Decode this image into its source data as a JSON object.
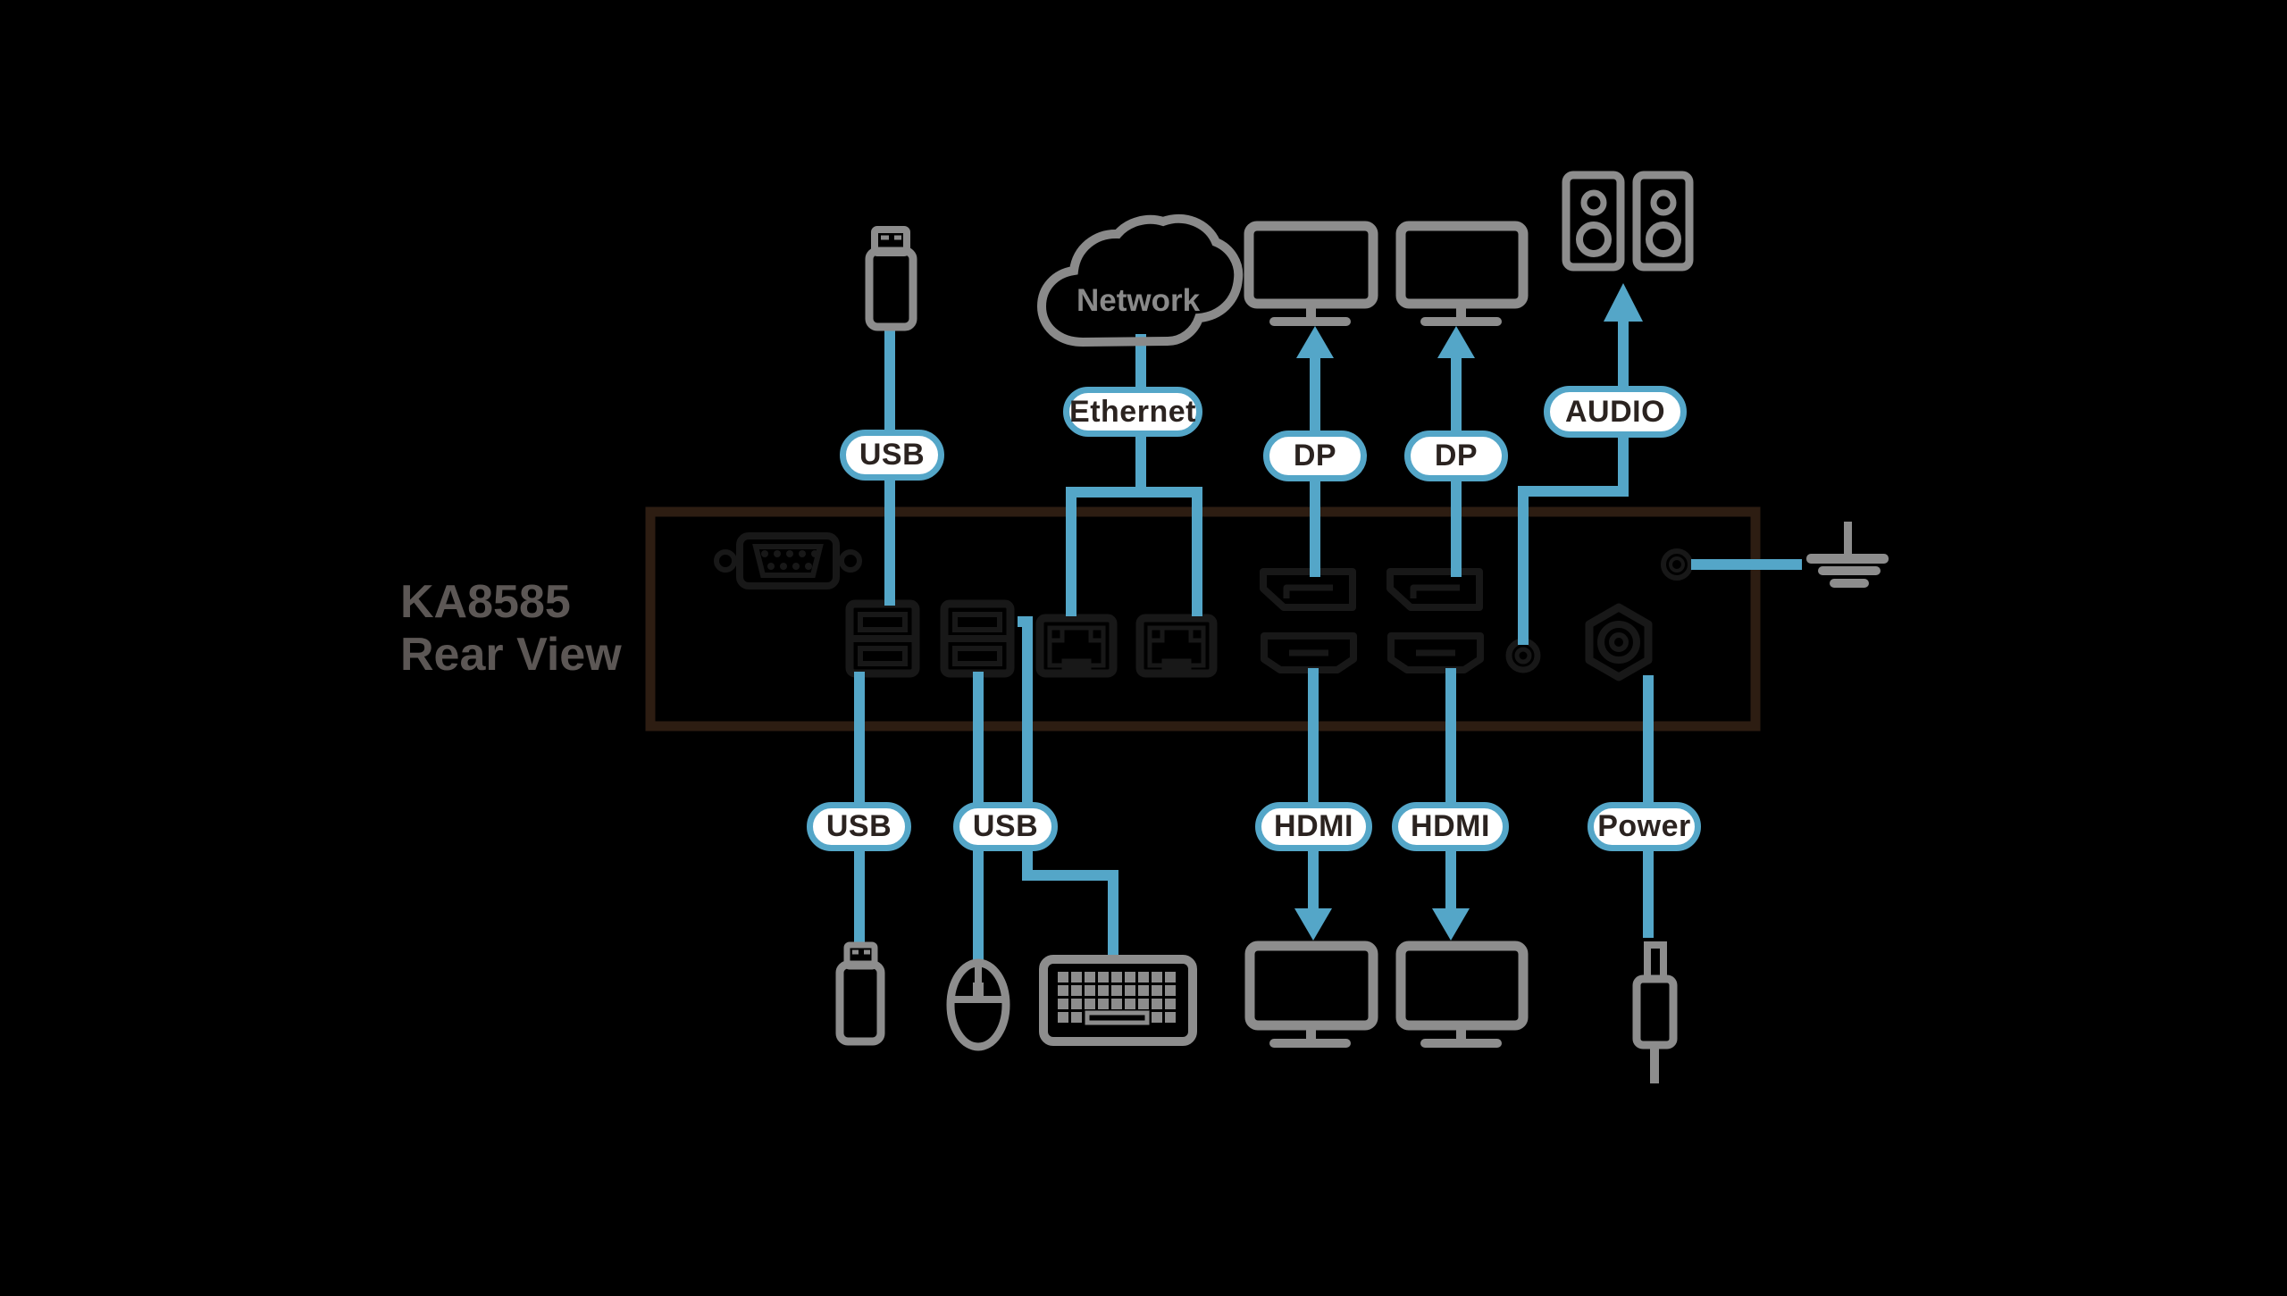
{
  "diagram": {
    "model": "KA8585",
    "view_label": "Rear View",
    "network_label": "Network",
    "connection_labels": {
      "usb_top": "USB",
      "ethernet": "Ethernet",
      "dp_left": "DP",
      "dp_right": "DP",
      "audio": "AUDIO",
      "usb_bottom_left": "USB",
      "usb_bottom_right": "USB",
      "hdmi_left": "HDMI",
      "hdmi_right": "HDMI",
      "power": "Power"
    },
    "icons": {
      "top_row": [
        "usb-flash-drive-icon",
        "network-cloud-icon",
        "monitor-icon",
        "monitor-icon",
        "speakers-icon"
      ],
      "bottom_row": [
        "usb-flash-drive-icon",
        "mouse-icon",
        "keyboard-icon",
        "monitor-icon",
        "monitor-icon",
        "power-plug-icon"
      ],
      "right_side": [
        "ground-symbol-icon"
      ],
      "rear_panel": [
        "serial-db9-port-icon",
        "usb-port-stack-icon",
        "usb-port-stack-icon",
        "rj45-port-icon",
        "rj45-port-icon",
        "displayport-icon",
        "displayport-icon",
        "hdmi-port-icon",
        "hdmi-port-icon",
        "audio-jack-icon",
        "dc-power-jack-icon",
        "ground-screw-icon"
      ]
    },
    "colors": {
      "background": "#000000",
      "cable_blue": "#54a6c8",
      "device_gray": "#8d8d8d",
      "panel_border": "#2d1d12",
      "port_outline": "#181818",
      "label_fill": "#ffffff",
      "label_text": "#2b2320",
      "title_text": "#5c5755"
    }
  }
}
